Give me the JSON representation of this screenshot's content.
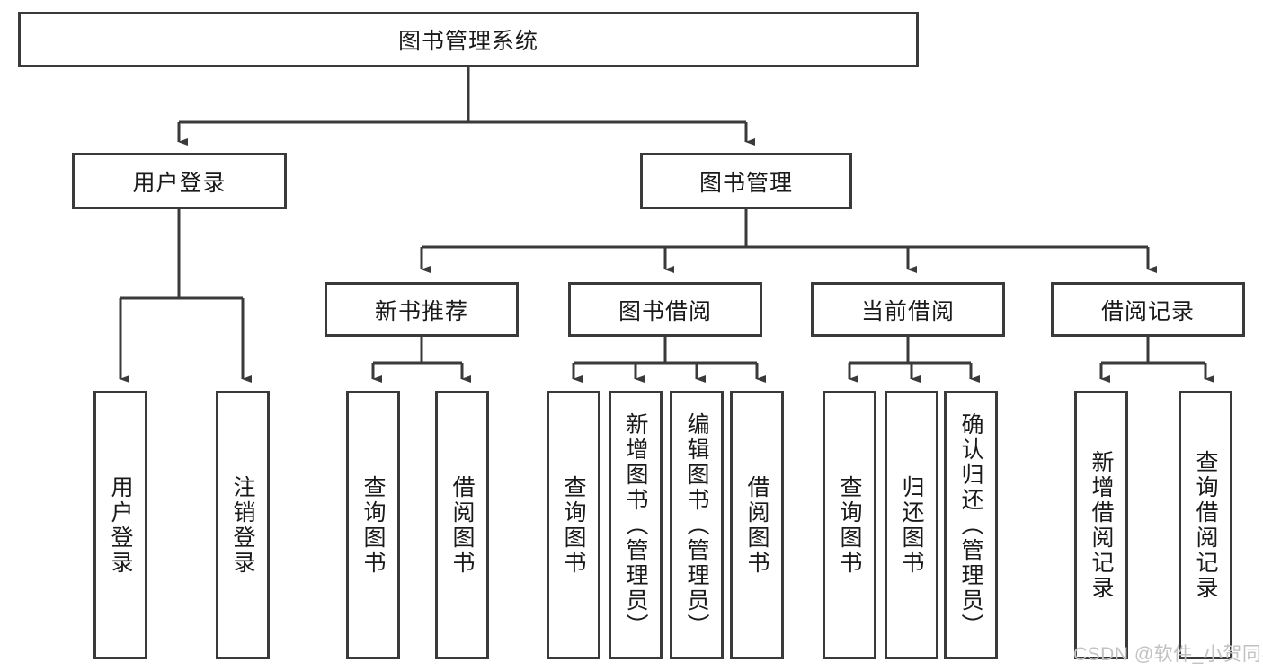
{
  "diagram": {
    "title": "图书管理系统",
    "type": "tree-hierarchy-diagram",
    "root": {
      "label": "图书管理系统"
    },
    "level2": [
      {
        "label": "用户登录"
      },
      {
        "label": "图书管理"
      }
    ],
    "level3": [
      {
        "label": "新书推荐"
      },
      {
        "label": "图书借阅"
      },
      {
        "label": "当前借阅"
      },
      {
        "label": "借阅记录"
      }
    ],
    "leaves": {
      "user_login": [
        {
          "label": "用户登录"
        },
        {
          "label": "注销登录"
        }
      ],
      "new_book_recommend": [
        {
          "label": "查询图书"
        },
        {
          "label": "借阅图书"
        }
      ],
      "book_borrow": [
        {
          "label": "查询图书"
        },
        {
          "label": "新增图书（管理员）"
        },
        {
          "label": "编辑图书（管理员）"
        },
        {
          "label": "借阅图书"
        }
      ],
      "current_borrow": [
        {
          "label": "查询图书"
        },
        {
          "label": "归还图书"
        },
        {
          "label": "确认归还（管理员）"
        }
      ],
      "borrow_record": [
        {
          "label": "新增借阅记录"
        },
        {
          "label": "查询借阅记录"
        }
      ]
    }
  },
  "watermark": {
    "text": "CSDN @软件_小贺同学"
  },
  "colors": {
    "stroke": "#3a3a3a",
    "box_fill": "#ffffff",
    "text": "#1a1a1a",
    "watermark": "#c2c2c2",
    "background": "#ffffff"
  }
}
